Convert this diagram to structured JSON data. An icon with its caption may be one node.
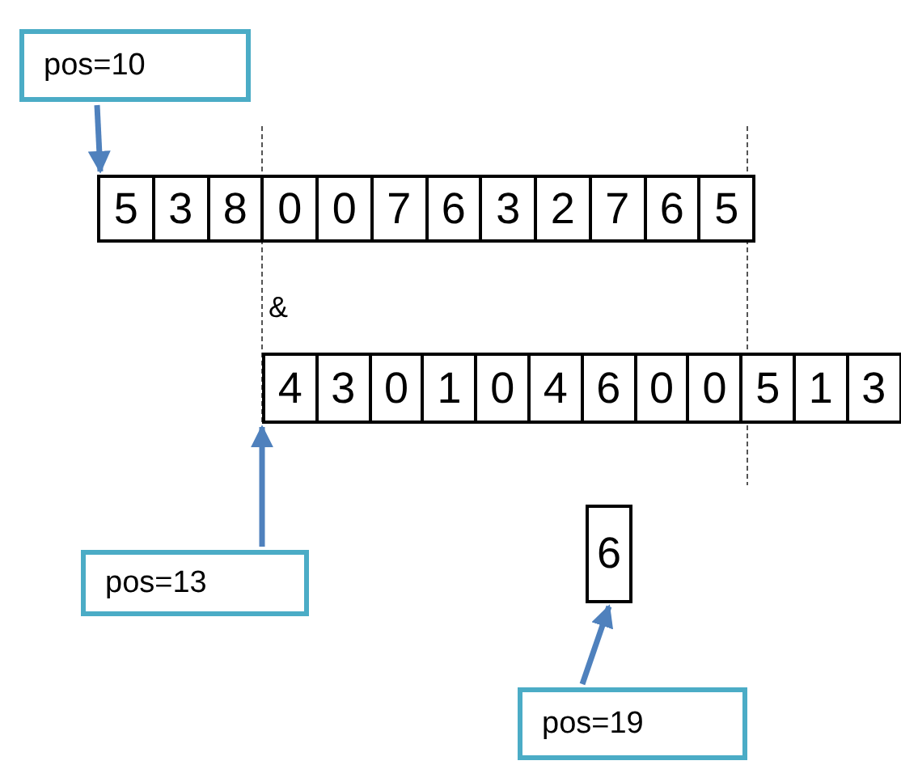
{
  "diagram": {
    "nodes": [
      {
        "text": [
          "pos=10"
        ]
      },
      {
        "text": [
          "5"
        ]
      },
      {
        "text": [
          "3"
        ]
      },
      {
        "text": [
          "8"
        ]
      },
      {
        "text": [
          "0"
        ]
      },
      {
        "text": [
          "0"
        ]
      },
      {
        "text": [
          "7"
        ]
      },
      {
        "text": [
          "6"
        ]
      },
      {
        "text": [
          "3"
        ]
      },
      {
        "text": [
          "2"
        ]
      },
      {
        "text": [
          "7"
        ]
      },
      {
        "text": [
          "6"
        ]
      },
      {
        "text": [
          "5"
        ]
      },
      {
        "text": [
          "4"
        ]
      },
      {
        "text": [
          "3"
        ]
      },
      {
        "text": [
          "0"
        ]
      },
      {
        "text": [
          "1"
        ]
      },
      {
        "text": [
          "0"
        ]
      },
      {
        "text": [
          "4"
        ]
      },
      {
        "text": [
          "6"
        ]
      },
      {
        "text": [
          "0"
        ]
      },
      {
        "text": [
          "0"
        ]
      },
      {
        "text": [
          "5"
        ]
      },
      {
        "text": [
          "1"
        ]
      },
      {
        "text": [
          "3"
        ]
      },
      {
        "text": [
          "pos=13"
        ]
      },
      {
        "text": [
          "6"
        ]
      },
      {
        "text": [
          "pos=19"
        ]
      }
    ],
    "edges": [
      {
        "from": 0,
        "to": 1,
        "arrow": "to"
      },
      {
        "from": 25,
        "to": 13,
        "arrow": "to"
      },
      {
        "from": 27,
        "to": 26,
        "arrow": "to"
      }
    ],
    "labels": [
      "&"
    ]
  }
}
